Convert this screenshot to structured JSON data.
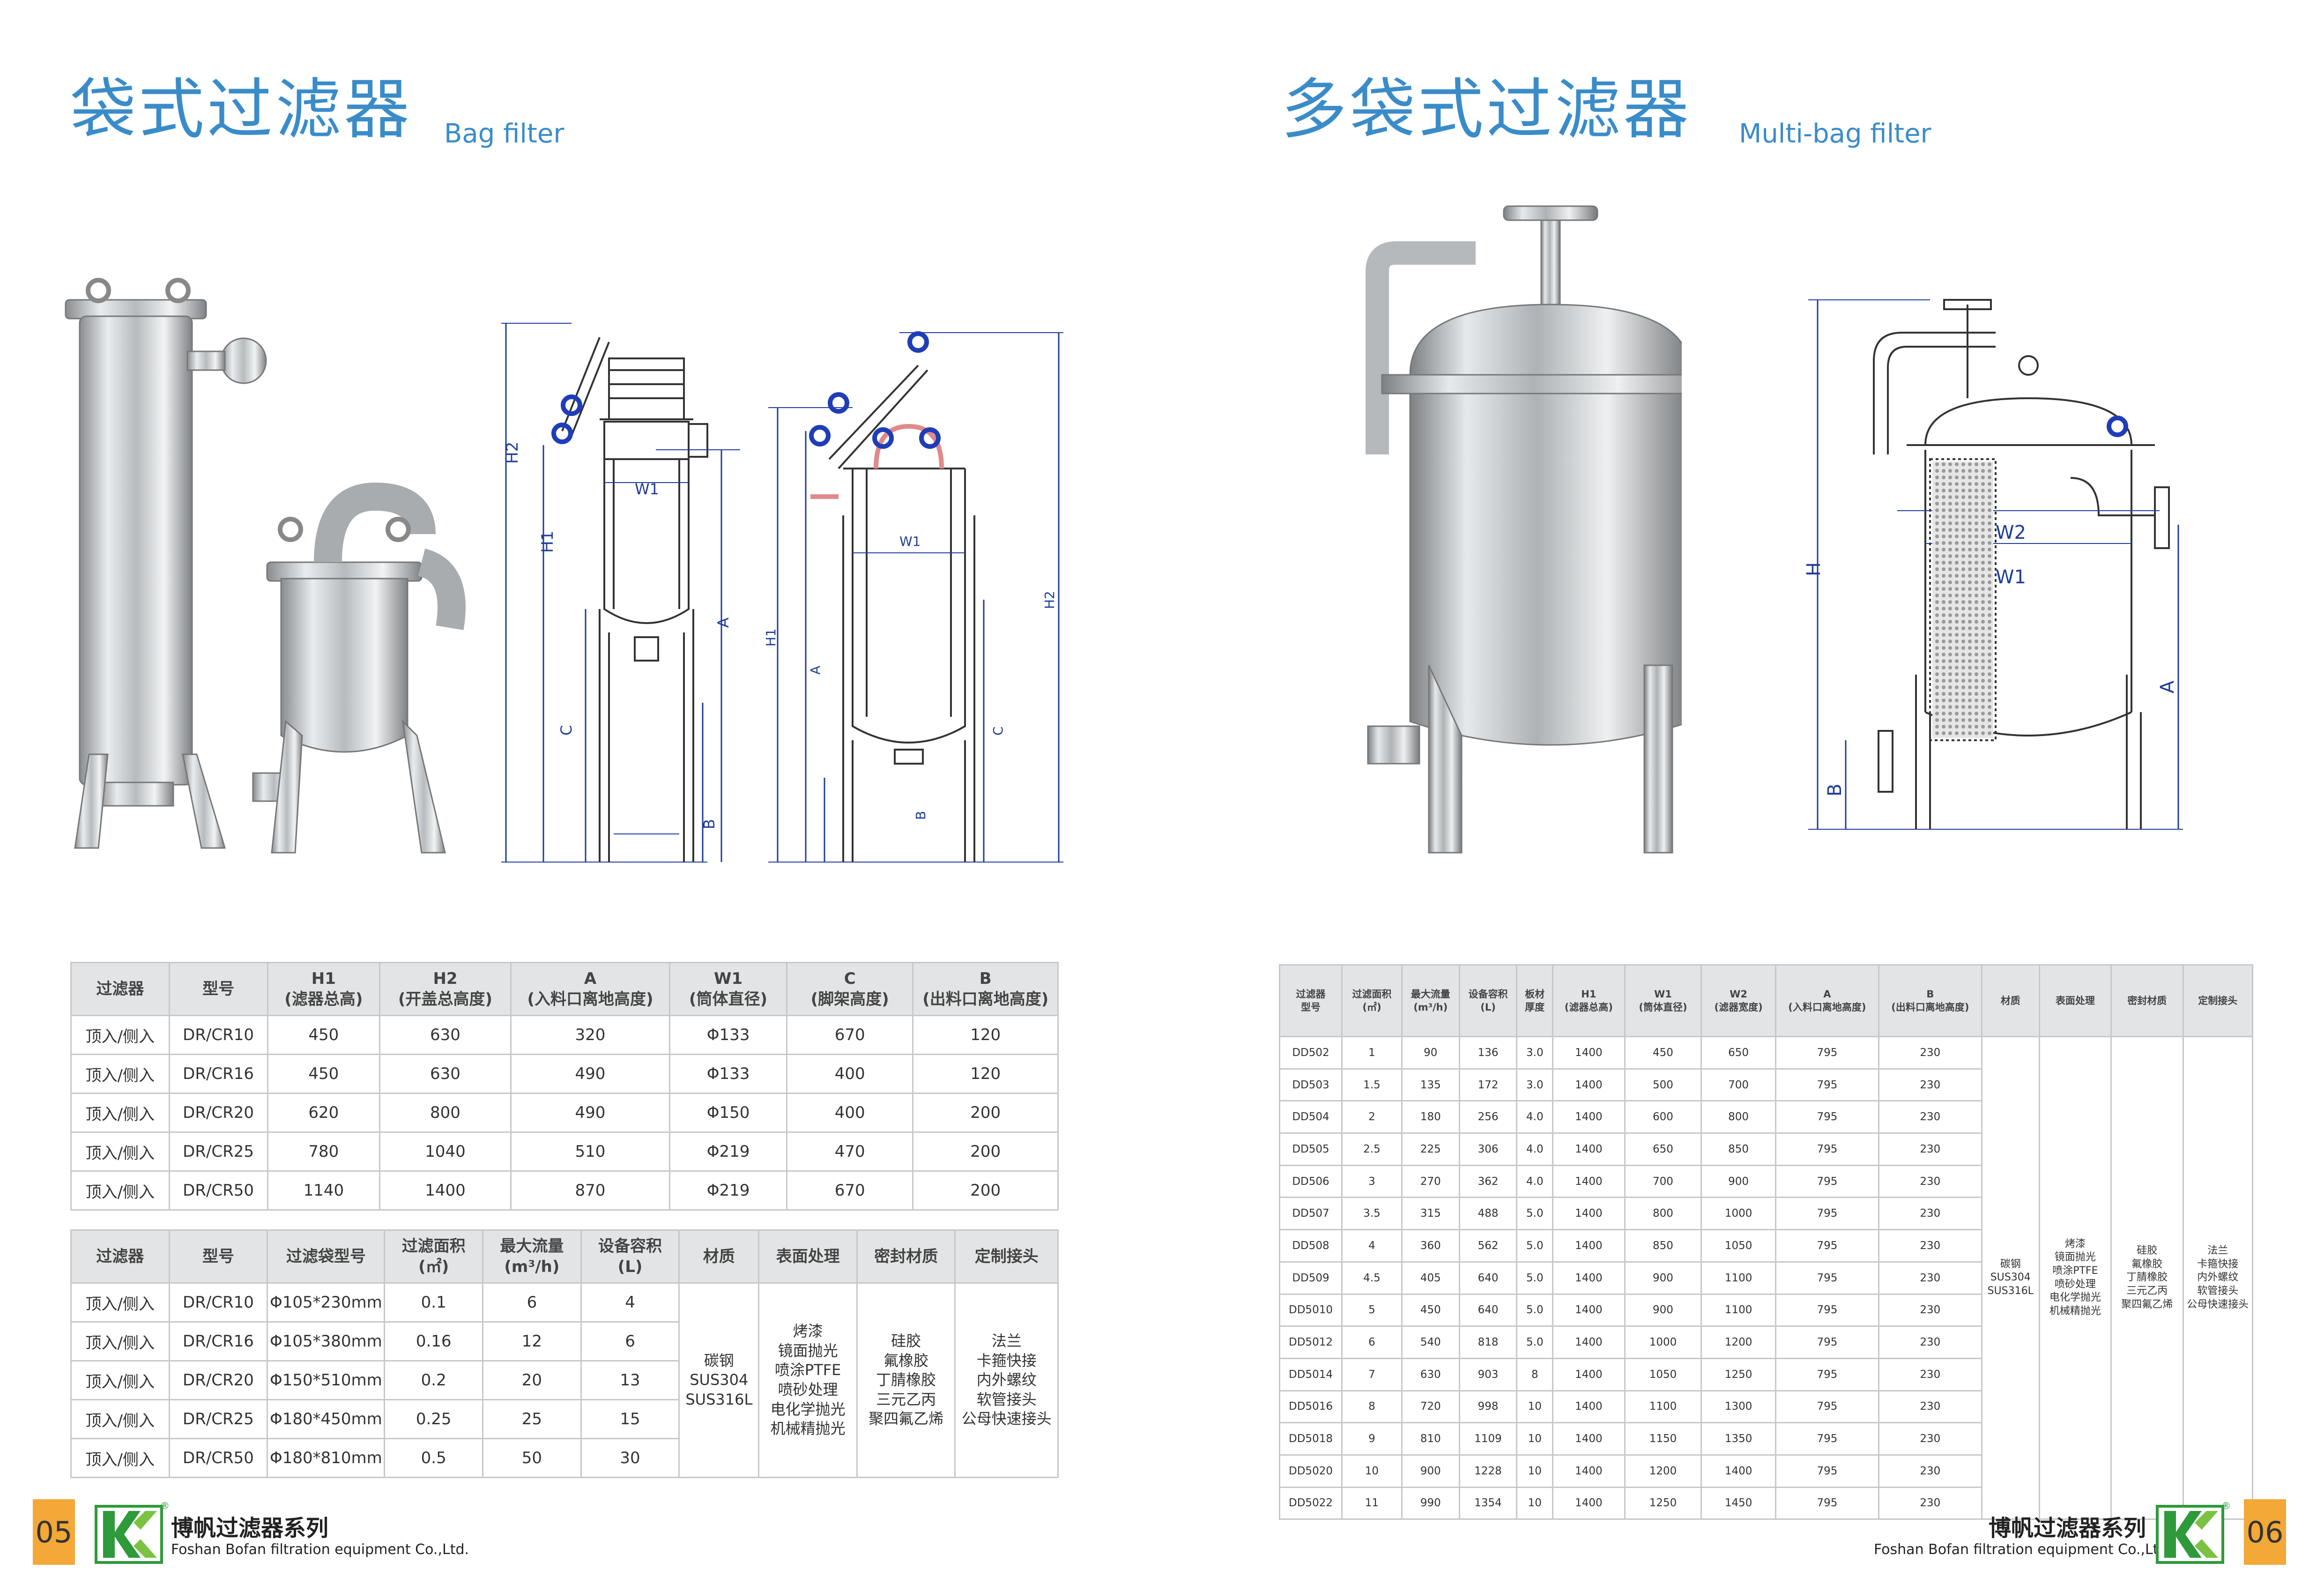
{
  "left": {
    "title_cn": "袋式过滤器",
    "title_en": "Bag  filter",
    "drawing1_labels": {
      "h2": "H2",
      "h1": "H1",
      "w1": "W1",
      "a": "A",
      "c": "C",
      "b": "B"
    },
    "drawing2_labels": {
      "h1": "H1",
      "a": "A",
      "w1": "W1",
      "h2": "H2",
      "c": "C",
      "b": "B"
    },
    "table1": {
      "headers": [
        {
          "l1": "过滤器",
          "l2": ""
        },
        {
          "l1": "型号",
          "l2": ""
        },
        {
          "l1": "H1",
          "l2": "(滤器总高)"
        },
        {
          "l1": "H2",
          "l2": "(开盖总高度)"
        },
        {
          "l1": "A",
          "l2": "(入料口离地高度)"
        },
        {
          "l1": "W1",
          "l2": "(筒体直径)"
        },
        {
          "l1": "C",
          "l2": "(脚架高度)"
        },
        {
          "l1": "B",
          "l2": "(出料口离地高度)"
        }
      ],
      "rows": [
        [
          "顶入/侧入",
          "DR/CR10",
          "450",
          "630",
          "320",
          "Φ133",
          "670",
          "120"
        ],
        [
          "顶入/侧入",
          "DR/CR16",
          "450",
          "630",
          "490",
          "Φ133",
          "400",
          "120"
        ],
        [
          "顶入/侧入",
          "DR/CR20",
          "620",
          "800",
          "490",
          "Φ150",
          "400",
          "200"
        ],
        [
          "顶入/侧入",
          "DR/CR25",
          "780",
          "1040",
          "510",
          "Φ219",
          "470",
          "200"
        ],
        [
          "顶入/侧入",
          "DR/CR50",
          "1140",
          "1400",
          "870",
          "Φ219",
          "670",
          "200"
        ]
      ]
    },
    "table2": {
      "headers": [
        {
          "l1": "过滤器",
          "l2": ""
        },
        {
          "l1": "型号",
          "l2": ""
        },
        {
          "l1": "过滤袋型号",
          "l2": ""
        },
        {
          "l1": "过滤面积",
          "l2": "(㎡)"
        },
        {
          "l1": "最大流量",
          "l2": "(m³/h)"
        },
        {
          "l1": "设备容积",
          "l2": "(L)"
        },
        {
          "l1": "材质",
          "l2": ""
        },
        {
          "l1": "表面处理",
          "l2": ""
        },
        {
          "l1": "密封材质",
          "l2": ""
        },
        {
          "l1": "定制接头",
          "l2": ""
        }
      ],
      "rows": [
        [
          "顶入/侧入",
          "DR/CR10",
          "Φ105*230mm",
          "0.1",
          "6",
          "4"
        ],
        [
          "顶入/侧入",
          "DR/CR16",
          "Φ105*380mm",
          "0.16",
          "12",
          "6"
        ],
        [
          "顶入/侧入",
          "DR/CR20",
          "Φ150*510mm",
          "0.2",
          "20",
          "13"
        ],
        [
          "顶入/侧入",
          "DR/CR25",
          "Φ180*450mm",
          "0.25",
          "25",
          "15"
        ],
        [
          "顶入/侧入",
          "DR/CR50",
          "Φ180*810mm",
          "0.5",
          "50",
          "30"
        ]
      ],
      "material": [
        "碳钢",
        "SUS304",
        "SUS316L"
      ],
      "surface": [
        "烤漆",
        "镜面抛光",
        "喷涂PTFE",
        "喷砂处理",
        "电化学抛光",
        "机械精抛光"
      ],
      "seal": [
        "硅胶",
        "氟橡胶",
        "丁腈橡胶",
        "三元乙丙",
        "聚四氟乙烯"
      ],
      "joint": [
        "法兰",
        "卡箍快接",
        "内外螺纹",
        "软管接头",
        "公母快速接头"
      ]
    },
    "page_number": "05"
  },
  "right": {
    "title_cn": "多袋式过滤器",
    "title_en": "Multi-bag filter",
    "drawing_labels": {
      "h": "H",
      "w2": "W2",
      "w1": "W1",
      "a": "A",
      "b": "B"
    },
    "table3": {
      "headers": [
        {
          "l1": "过滤器",
          "l2": "型号"
        },
        {
          "l1": "过滤面积",
          "l2": "(㎡)"
        },
        {
          "l1": "最大流量",
          "l2": "(m³/h)"
        },
        {
          "l1": "设备容积",
          "l2": "(L)"
        },
        {
          "l1": "板材",
          "l2": "厚度"
        },
        {
          "l1": "H1",
          "l2": "(滤器总高)"
        },
        {
          "l1": "W1",
          "l2": "(筒体直径)"
        },
        {
          "l1": "W2",
          "l2": "(滤器宽度)"
        },
        {
          "l1": "A",
          "l2": "(入料口离地高度)"
        },
        {
          "l1": "B",
          "l2": "(出料口离地高度)"
        },
        {
          "l1": "材质",
          "l2": ""
        },
        {
          "l1": "表面处理",
          "l2": ""
        },
        {
          "l1": "密封材质",
          "l2": ""
        },
        {
          "l1": "定制接头",
          "l2": ""
        }
      ],
      "rows": [
        [
          "DD502",
          "1",
          "90",
          "136",
          "3.0",
          "1400",
          "450",
          "650",
          "795",
          "230"
        ],
        [
          "DD503",
          "1.5",
          "135",
          "172",
          "3.0",
          "1400",
          "500",
          "700",
          "795",
          "230"
        ],
        [
          "DD504",
          "2",
          "180",
          "256",
          "4.0",
          "1400",
          "600",
          "800",
          "795",
          "230"
        ],
        [
          "DD505",
          "2.5",
          "225",
          "306",
          "4.0",
          "1400",
          "650",
          "850",
          "795",
          "230"
        ],
        [
          "DD506",
          "3",
          "270",
          "362",
          "4.0",
          "1400",
          "700",
          "900",
          "795",
          "230"
        ],
        [
          "DD507",
          "3.5",
          "315",
          "488",
          "5.0",
          "1400",
          "800",
          "1000",
          "795",
          "230"
        ],
        [
          "DD508",
          "4",
          "360",
          "562",
          "5.0",
          "1400",
          "850",
          "1050",
          "795",
          "230"
        ],
        [
          "DD509",
          "4.5",
          "405",
          "640",
          "5.0",
          "1400",
          "900",
          "1100",
          "795",
          "230"
        ],
        [
          "DD5010",
          "5",
          "450",
          "640",
          "5.0",
          "1400",
          "900",
          "1100",
          "795",
          "230"
        ],
        [
          "DD5012",
          "6",
          "540",
          "818",
          "5.0",
          "1400",
          "1000",
          "1200",
          "795",
          "230"
        ],
        [
          "DD5014",
          "7",
          "630",
          "903",
          "8",
          "1400",
          "1050",
          "1250",
          "795",
          "230"
        ],
        [
          "DD5016",
          "8",
          "720",
          "998",
          "10",
          "1400",
          "1100",
          "1300",
          "795",
          "230"
        ],
        [
          "DD5018",
          "9",
          "810",
          "1109",
          "10",
          "1400",
          "1150",
          "1350",
          "795",
          "230"
        ],
        [
          "DD5020",
          "10",
          "900",
          "1228",
          "10",
          "1400",
          "1200",
          "1400",
          "795",
          "230"
        ],
        [
          "DD5022",
          "11",
          "990",
          "1354",
          "10",
          "1400",
          "1250",
          "1450",
          "795",
          "230"
        ]
      ],
      "material": [
        "碳钢",
        "SUS304",
        "SUS316L"
      ],
      "surface": [
        "烤漆",
        "镜面抛光",
        "喷涂PTFE",
        "喷砂处理",
        "电化学抛光",
        "机械精抛光"
      ],
      "seal": [
        "硅胶",
        "氟橡胶",
        "丁腈橡胶",
        "三元乙丙",
        "聚四氟乙烯"
      ],
      "joint": [
        "法兰",
        "卡箍快接",
        "内外螺纹",
        "软管接头",
        "公母快速接头"
      ]
    },
    "page_number": "06"
  },
  "brand": {
    "name_cn": "博帆过滤器系列",
    "name_en": "Foshan Bofan filtration equipment Co.,Ltd.",
    "logo_mark": "®"
  },
  "colors": {
    "title_blue": "#3a8cc9",
    "header_gray": "#e3e4e5",
    "page_tab_orange": "#f3a838",
    "logo_green": "#2e9a3a",
    "dimension_blue": "#1f3d99"
  }
}
